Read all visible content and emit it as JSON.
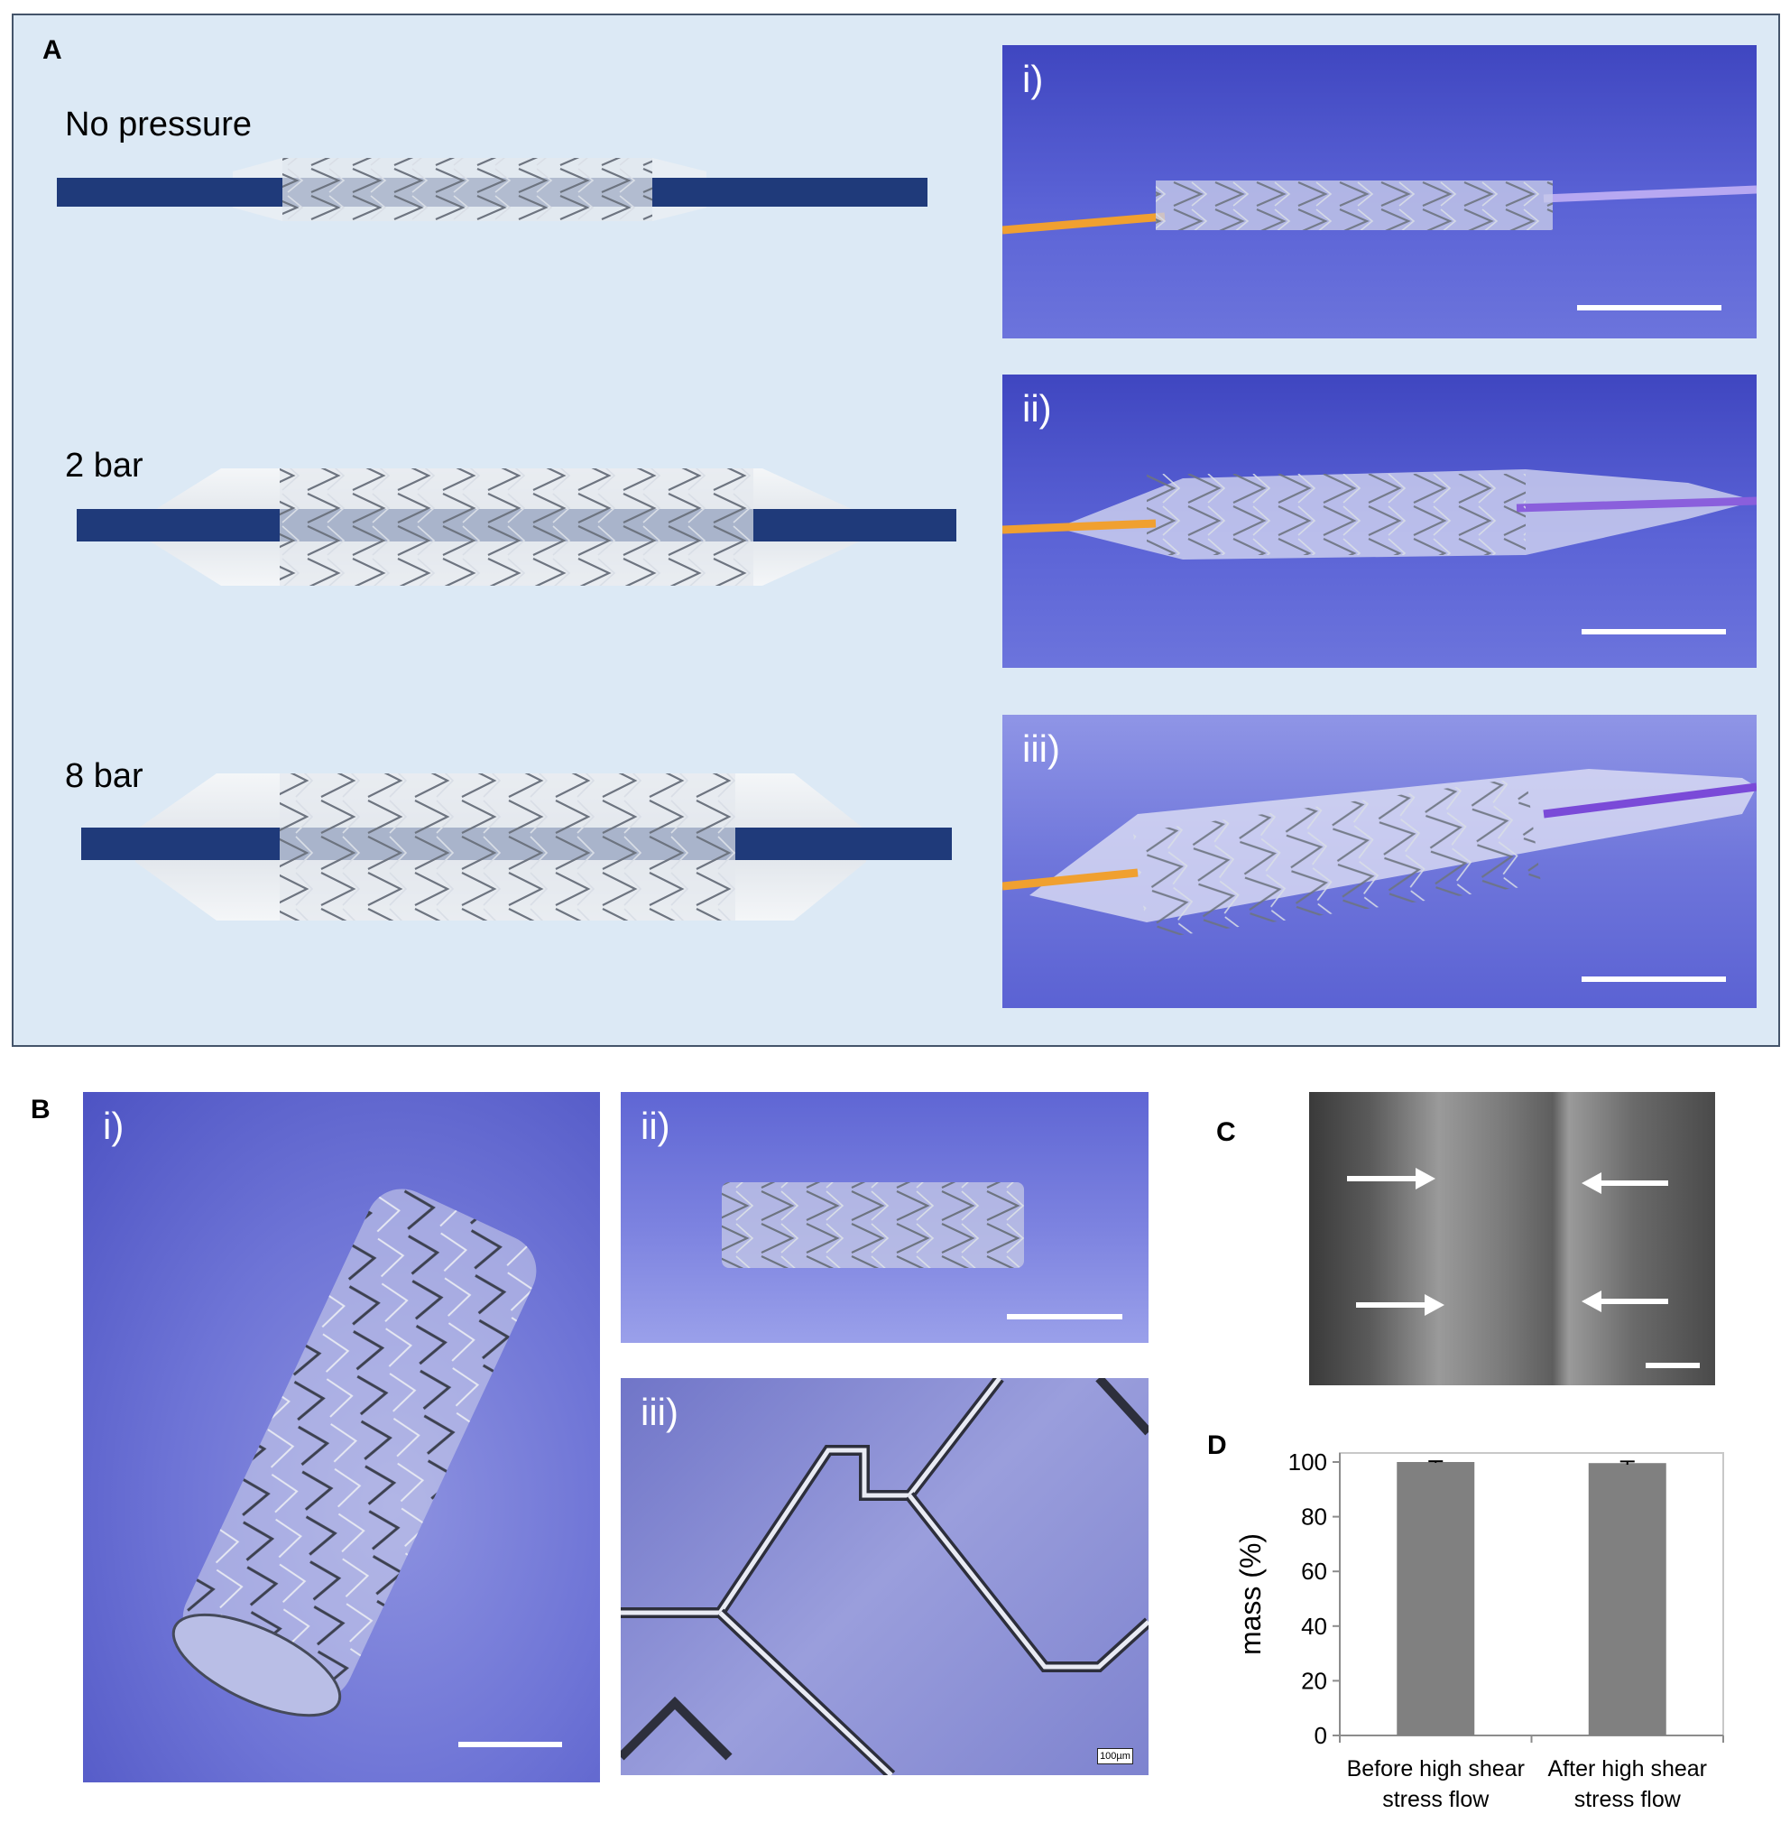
{
  "panels": {
    "A": "A",
    "B": "B",
    "C": "C",
    "D": "D"
  },
  "panelA": {
    "states": [
      "No pressure",
      "2 bar",
      "8 bar"
    ],
    "photo_labels": [
      "i)",
      "ii)",
      "iii)"
    ]
  },
  "panelB": {
    "photo_labels": [
      "i)",
      "ii)",
      "iii)"
    ],
    "micro_scale_label": "100µm"
  },
  "colors": {
    "panel_bg": "#dce9f5",
    "catheter": "#1f3a7a",
    "photo_bg": "#5a61d6",
    "bar": "#808080"
  },
  "chart_data": {
    "type": "bar",
    "categories": [
      "Before high shear stress flow",
      "After high shear stress flow"
    ],
    "category_lines": [
      [
        "Before high shear",
        "stress flow"
      ],
      [
        "After high shear",
        "stress flow"
      ]
    ],
    "values": [
      100,
      99.6
    ],
    "errors": [
      0.3,
      0.6
    ],
    "ylabel": "mass (%)",
    "ylim": [
      0,
      100
    ],
    "yticks": [
      0,
      20,
      40,
      60,
      80,
      100
    ],
    "grid": false
  }
}
